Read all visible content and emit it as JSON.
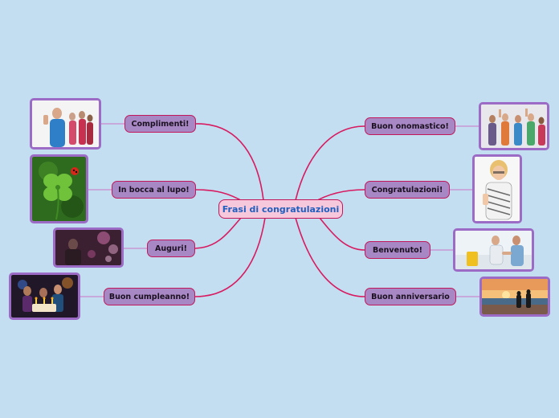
{
  "map": {
    "central": "Frasi di congratulazioni",
    "left": [
      {
        "label": "Complimenti!",
        "image": "man-thumbs-up-group-photo"
      },
      {
        "label": "In bocca al lupo!",
        "image": "four-leaf-clover-ladybug-photo"
      },
      {
        "label": "Auguri!",
        "image": "person-in-bokeh-lights-photo"
      },
      {
        "label": "Buon cumpleanno!",
        "image": "birthday-party-cake-photo"
      }
    ],
    "right": [
      {
        "label": "Buon onomastico!",
        "image": "friends-celebrating-photo"
      },
      {
        "label": "Congratulazioni!",
        "image": "woman-thumbs-up-photo"
      },
      {
        "label": "Benvenuto!",
        "image": "office-handshake-photo"
      },
      {
        "label": "Buon anniversario",
        "image": "couple-sunset-beach-photo"
      }
    ]
  },
  "colors": {
    "background": "#c3ddf1",
    "branch": "#d81b60",
    "node_fill": "#a788c4",
    "central_fill": "#f7c7dc",
    "central_text": "#1f5fbf",
    "image_frame": "#9c6bc5"
  }
}
